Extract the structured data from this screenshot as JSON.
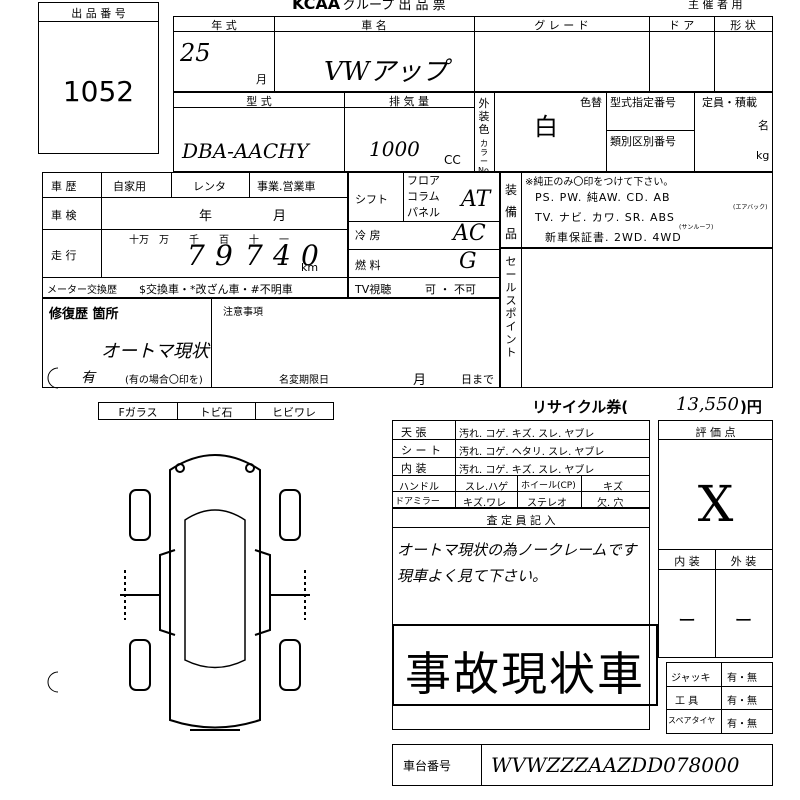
{
  "header": {
    "brand": "KCAA",
    "title_right": "グループ 出 品 票",
    "organizer": "主 催 者 用"
  },
  "lot": {
    "label": "出 品 番 号",
    "number": "1052"
  },
  "row1": {
    "year_label": "年 式",
    "year_value": "25",
    "month_unit": "月",
    "car_label": "車 名",
    "car_value": "VWアップ",
    "grade_label": "グ レ ー ド",
    "door_label": "ド ア",
    "shape_label": "形 状"
  },
  "row2": {
    "model_label": "型 式",
    "model_value": "DBA-AACHY",
    "disp_label": "排 気 量",
    "disp_value": "1000",
    "cc": "CC",
    "ext_label": "外装色",
    "color_no": "カラーNo.",
    "color_value": "白",
    "color_change": "色替",
    "type_no": "型式指定番号",
    "class_no": "類別区別番号",
    "capacity": "定員・積載",
    "persons": "名",
    "kg": "kg"
  },
  "history": {
    "label": "車 歴",
    "opts": [
      "自家用",
      "レンタ",
      "事業.営業車"
    ],
    "inspection_label": "車 検",
    "year": "年",
    "month": "月",
    "mileage_label": "走 行",
    "digits_labels": [
      "十万",
      "万",
      "千",
      "百",
      "十",
      "一"
    ],
    "digits": [
      "7",
      "9",
      "7",
      "4",
      "0"
    ],
    "km": "km"
  },
  "specs": {
    "shift": "シフト",
    "shift_opts": [
      "フロア",
      "コラム",
      "パネル"
    ],
    "shift_value": "AT",
    "ac": "冷 房",
    "ac_value": "AC",
    "fuel": "燃 料",
    "fuel_value": "G",
    "tv": "TV視聴",
    "tv_opts": "可 ・ 不可"
  },
  "equipment": {
    "label": "装備品",
    "note": "※純正のみ〇印をつけて下さい。",
    "line1": "PS. PW. 純AW. CD. AB",
    "ab_note": "(エアバック)",
    "line2": "TV. ナビ. カワ. SR. ABS",
    "sr_note": "(サンルーフ)",
    "line3": "新車保証書. 2WD. 4WD",
    "sales_point": "セールスポイント"
  },
  "meter": {
    "label": "メーター交換歴",
    "text": "$交換車・*改ざん車・#不明車"
  },
  "repair": {
    "label": "修復歴 箇所",
    "hand": "オートマ現状",
    "has": "有",
    "note": "(有の場合〇印を)"
  },
  "notes": {
    "label": "注意事項",
    "deadline": "名変期限日",
    "month": "月",
    "day": "日まで"
  },
  "glass": {
    "labels": [
      "Fガラス",
      "トビ石",
      "ヒビワレ"
    ]
  },
  "recycle": {
    "label": "リサイクル券(",
    "value": "13,550",
    "unit": ")円"
  },
  "interior_rows": [
    {
      "name": "天 張",
      "opts": "汚れ. コゲ. キズ. スレ. ヤブレ"
    },
    {
      "name": "シ ー ト",
      "opts": "汚れ. コゲ. ヘタリ. スレ. ヤブレ"
    },
    {
      "name": "内 装",
      "opts": "汚れ. コゲ. キズ. スレ. ヤブレ"
    }
  ],
  "handle_row": {
    "a": "ハンドル",
    "b": "スレ.ハゲ",
    "c": "ホイール(CP)",
    "d": "キズ"
  },
  "mirror_row": {
    "a": "ドアミラー",
    "b": "キズ.ワレ",
    "c": "ステレオ",
    "d": "欠. 穴"
  },
  "inspector": {
    "label": "査 定 員 記 入",
    "line1": "オートマ現状の為ノークレームです",
    "line2": "現車よく見て下さい。"
  },
  "accident": "事故現状車",
  "rating": {
    "label": "評 価 点",
    "value": "X",
    "int": "内 装",
    "ext": "外 装",
    "int_v": "ー",
    "ext_v": "ー"
  },
  "tools": [
    {
      "name": "ジャッキ",
      "opt": "有・無"
    },
    {
      "name": "工 具",
      "opt": "有・無"
    },
    {
      "name": "スペアタイヤ",
      "opt": "有・無"
    }
  ],
  "chassis": {
    "label": "車台番号",
    "value": "WVWZZZAAZDD078000"
  }
}
